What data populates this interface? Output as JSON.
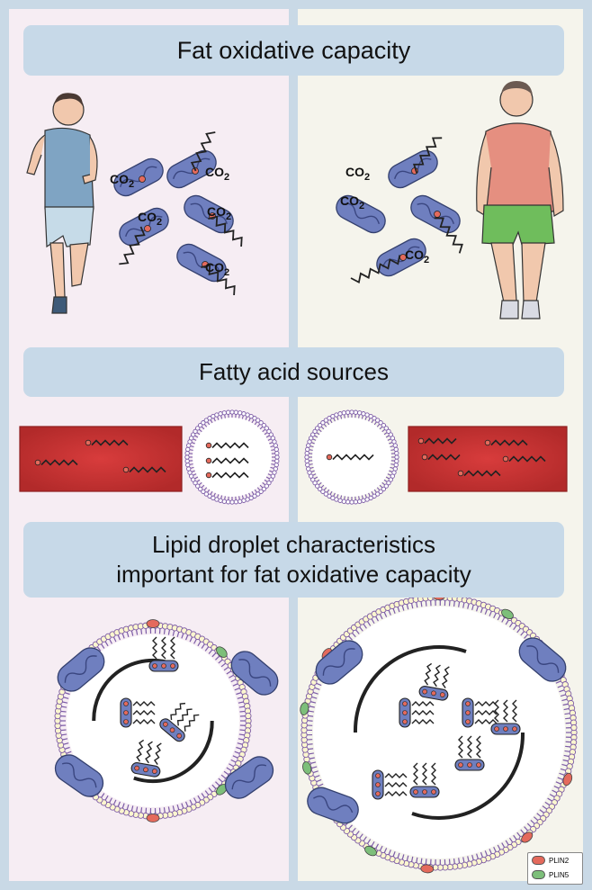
{
  "headings": {
    "fat_oxidative_capacity": "Fat oxidative capacity",
    "fatty_acid_sources": "Fatty acid sources",
    "lipid_droplet": "Lipid droplet characteristics\nimportant for fat oxidative capacity"
  },
  "labels": {
    "co2_base": "CO",
    "co2_sub": "2"
  },
  "legend": {
    "plin2": "PLIN2",
    "plin5": "PLIN5"
  },
  "colors": {
    "background_frame": "#c9d9e6",
    "left_panel": "#f5edf3",
    "right_panel": "#f5f4ec",
    "banner": "#c7d9e8",
    "mitochondrion": "#6f7fbf",
    "blood_vessel": "#c32f2f",
    "membrane": "#7c5ba6",
    "plin2": "#e46a5c",
    "plin5": "#7dbf7a"
  },
  "icons": [
    "runner-icon",
    "overweight-person-icon",
    "mitochondrion-icon",
    "blood-vessel-icon",
    "lipid-droplet-icon",
    "fatty-acid-chain-icon"
  ]
}
